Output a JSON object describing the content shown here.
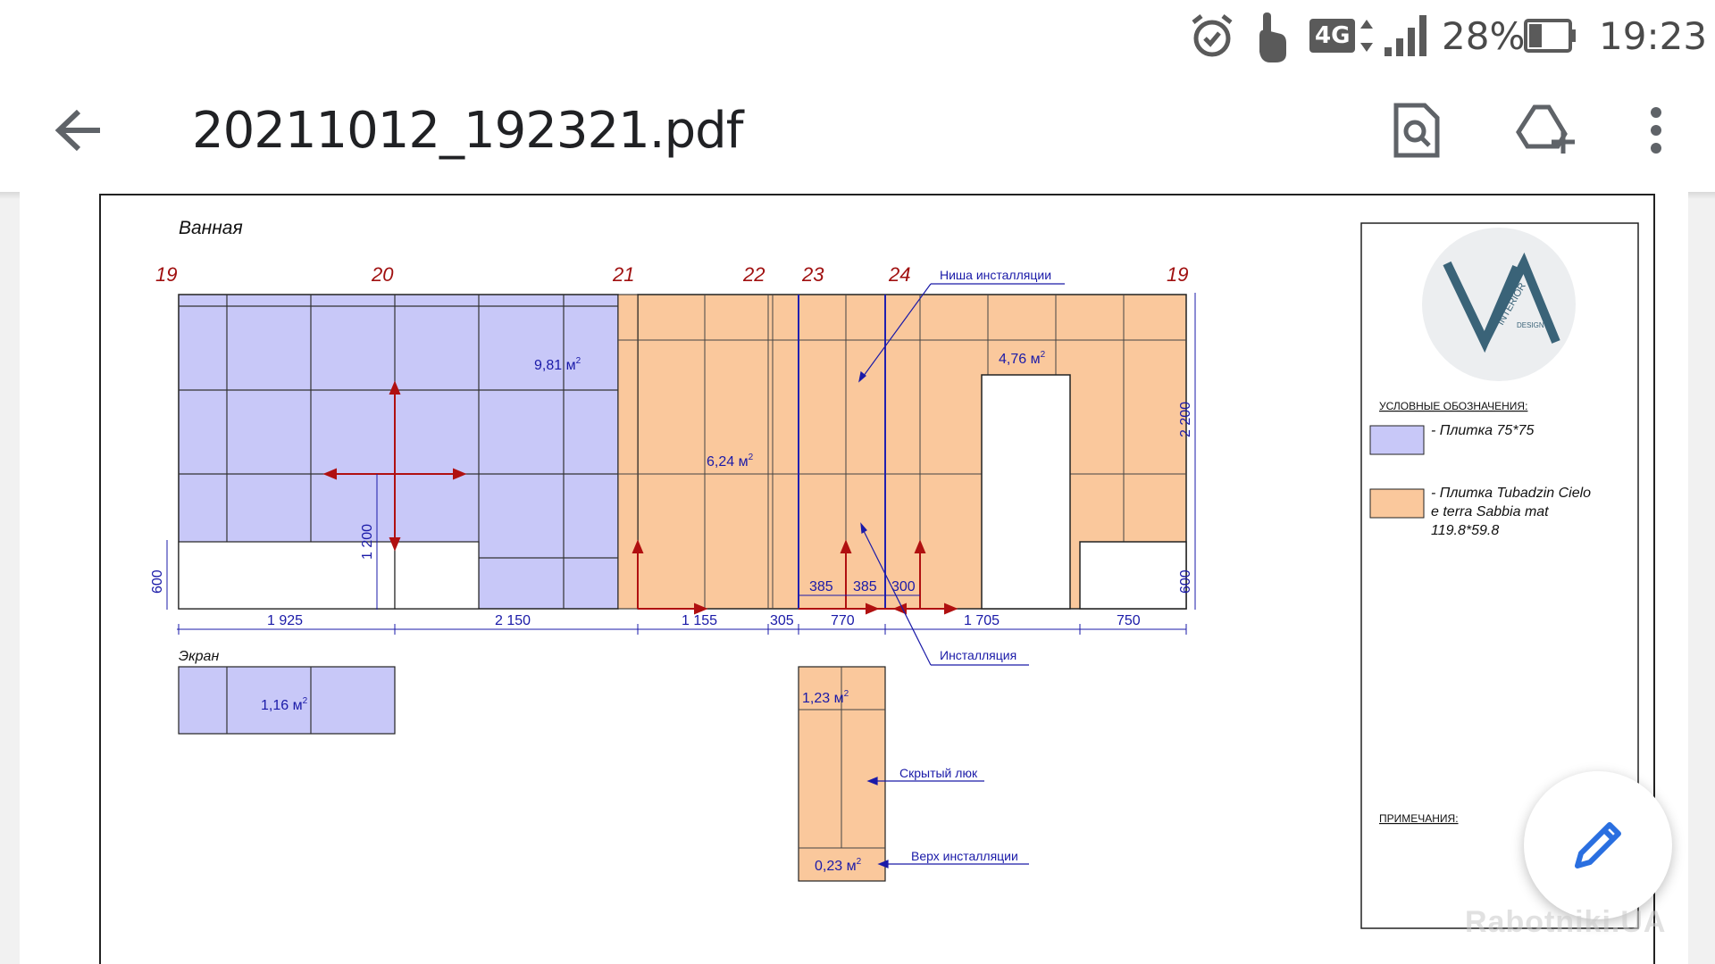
{
  "status": {
    "network": "4G",
    "battery": "28%",
    "time": "19:23",
    "icons": [
      "alarm-icon",
      "touch-icon",
      "network-4g-icon",
      "signal-icon",
      "battery-icon"
    ]
  },
  "appbar": {
    "title": "20211012_192321.pdf",
    "icons": [
      "back-arrow-icon",
      "search-document-icon",
      "add-to-drive-icon",
      "more-vert-icon"
    ]
  },
  "drawing": {
    "room_title": "Ванная",
    "axes": [
      "19",
      "20",
      "21",
      "22",
      "23",
      "24",
      "19"
    ],
    "areas": {
      "blue_main": "9,81 м",
      "orange_main": "6,24 м",
      "orange_right": "4,76 м",
      "screen": "1,16 м",
      "hatch": "1,23 м",
      "install_top": "0,23 м",
      "sup": "2"
    },
    "dims_bottom": [
      "1 925",
      "2 150",
      "1 155",
      "305",
      "770",
      "1 705",
      "750"
    ],
    "dims_inner": [
      "385",
      "385",
      "300"
    ],
    "dims_vertical": [
      "600",
      "1 200",
      "2 200",
      "600"
    ],
    "labels": {
      "niche": "Ниша инсталляции",
      "installation": "Инсталляция",
      "screen": "Экран",
      "hidden_hatch": "Скрытый люк",
      "install_top": "Верх инсталляции"
    }
  },
  "legend": {
    "logo_text_1": "INTERIOR",
    "logo_text_2": "DESIGN",
    "title": "УСЛОВНЫЕ ОБОЗНАЧЕНИЯ:",
    "item1": "- Плитка 75*75",
    "item2_line1": "- Плитка Tubadzin Cielo",
    "item2_line2": "e terra Sabbia mat",
    "item2_line3": "119.8*59.8",
    "notes": "ПРИМЕЧАНИЯ:"
  },
  "colors": {
    "blue_tile": "#c8c8f8",
    "orange_tile": "#fac89c",
    "dim_red": "#b01010",
    "label_blue": "#1a1aa8"
  },
  "watermark": "Rabotniki.UA"
}
